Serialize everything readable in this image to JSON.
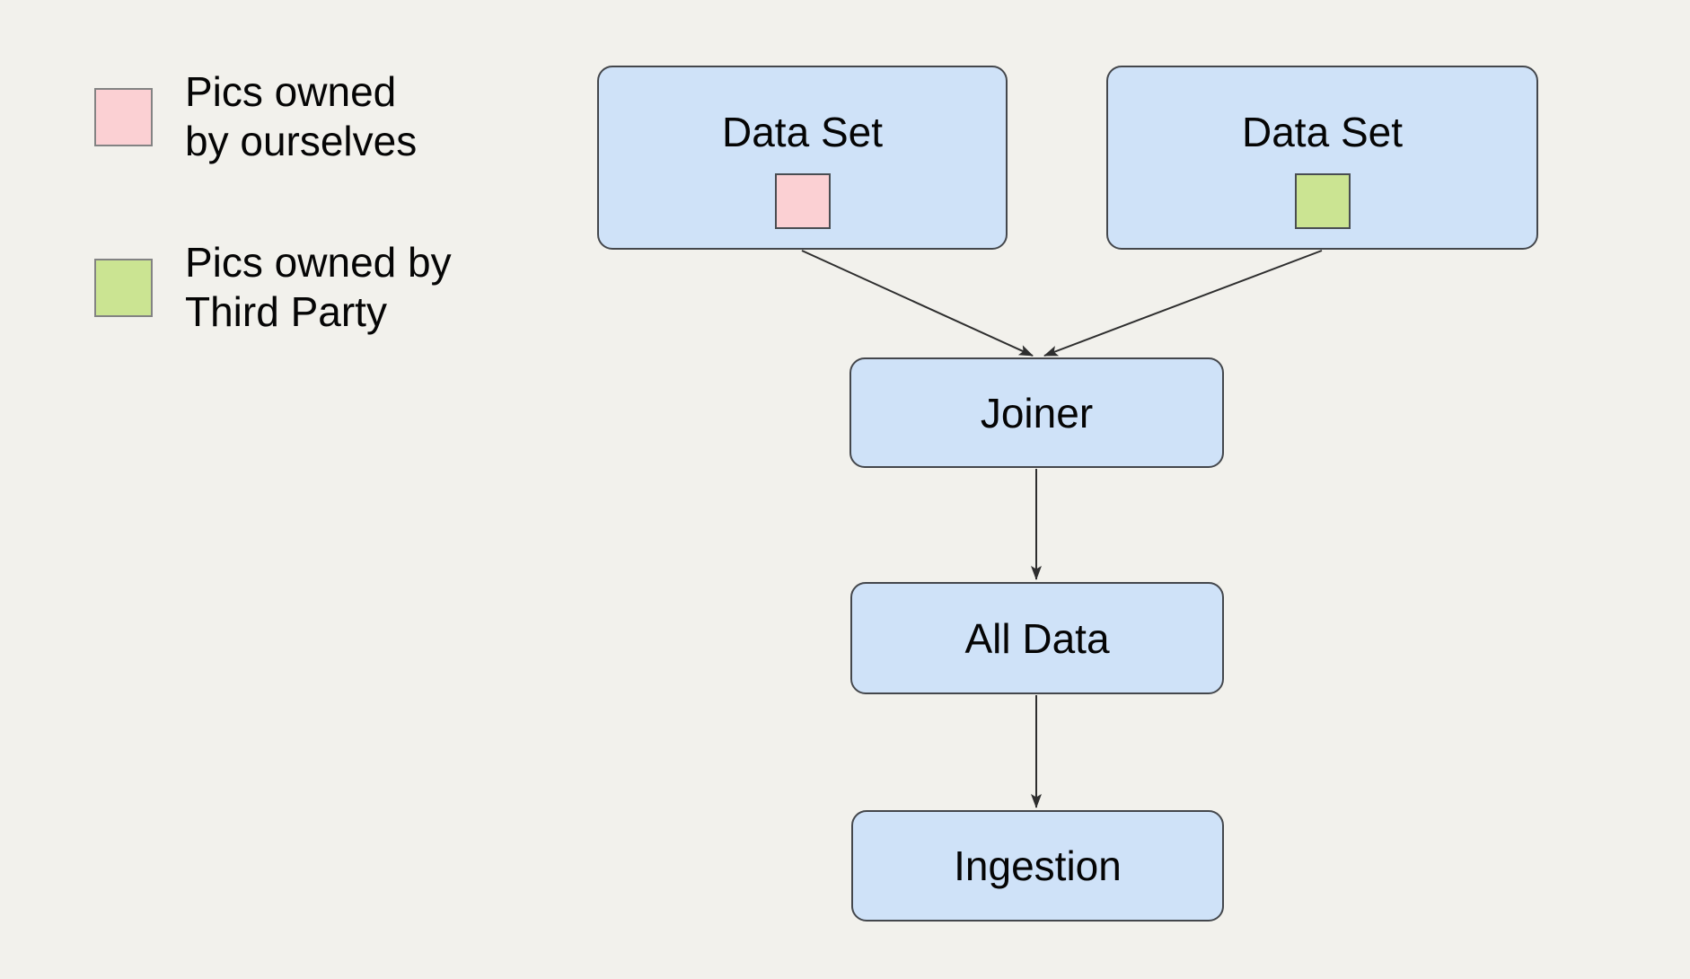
{
  "canvas": {
    "background": "#f2f1ec"
  },
  "colors": {
    "node_fill": "#cfe2f8",
    "node_border": "#44474c",
    "pink": "#fbd0d3",
    "green": "#cbe492",
    "arrow": "#2e2e2e"
  },
  "legend": {
    "items": [
      {
        "swatch": "pink",
        "swatch_color": "#fbd0d3",
        "lines": [
          "Pics owned",
          "by ourselves"
        ]
      },
      {
        "swatch": "green",
        "swatch_color": "#cbe492",
        "lines": [
          "Pics owned by",
          "Third Party"
        ]
      }
    ]
  },
  "nodes": [
    {
      "id": "dataset-1",
      "label": "Data Set",
      "swatch": "pink"
    },
    {
      "id": "dataset-2",
      "label": "Data Set",
      "swatch": "green"
    },
    {
      "id": "joiner",
      "label": "Joiner"
    },
    {
      "id": "all-data",
      "label": "All Data"
    },
    {
      "id": "ingestion",
      "label": "Ingestion"
    }
  ],
  "edges": [
    {
      "from": "dataset-1",
      "to": "joiner"
    },
    {
      "from": "dataset-2",
      "to": "joiner"
    },
    {
      "from": "joiner",
      "to": "all-data"
    },
    {
      "from": "all-data",
      "to": "ingestion"
    }
  ]
}
